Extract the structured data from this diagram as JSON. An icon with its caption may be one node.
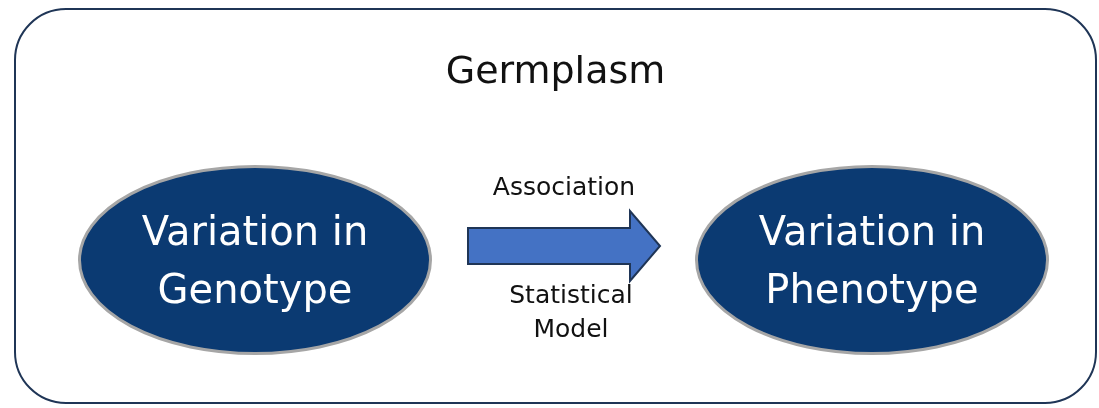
{
  "diagram": {
    "nodes": [
      {
        "text": [
          "Germplasm"
        ]
      },
      {
        "text": [
          "Variation in Genotype"
        ],
        "in": 0
      },
      {
        "text": [
          "Variation in Phenotype"
        ],
        "in": 0
      }
    ],
    "edges": [
      {
        "from": 1,
        "to": 2,
        "arrow": "to",
        "style": "thick",
        "label": "Association"
      }
    ],
    "labels": [
      "Statistical Model"
    ]
  }
}
